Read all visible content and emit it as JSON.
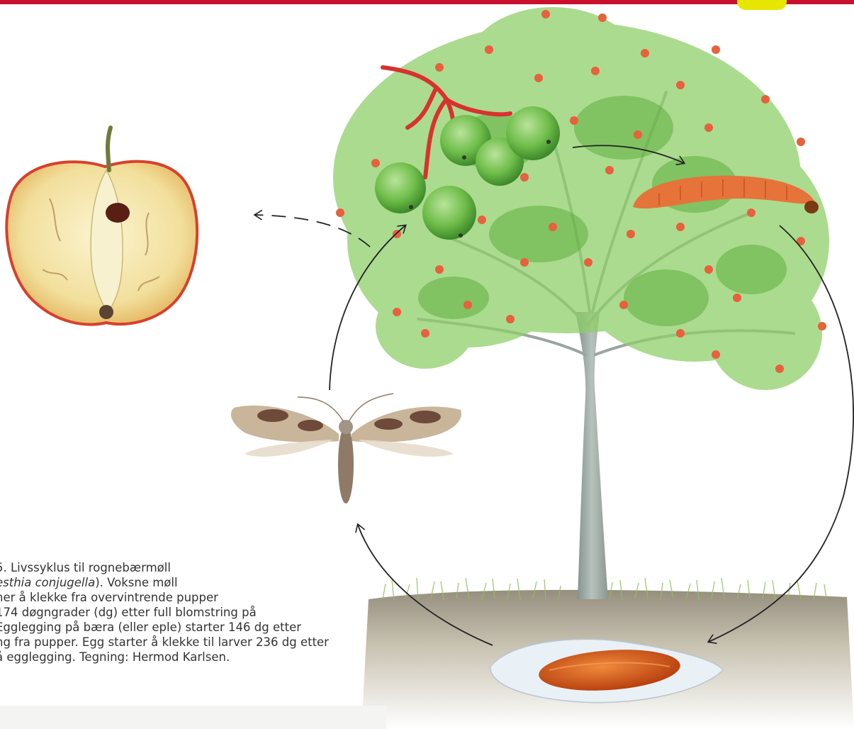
{
  "caption": {
    "line1": "5. Livssyklus til rognebærmøll",
    "line2_italic": "esthia conjugella",
    "line2_rest": "). Voksne møll",
    "line3": "ner å klekke fra overvintrende pupper",
    "line4": " 174 døgngrader (dg) etter full blomstring på",
    "line5": "Egglegging på bæra (eller eple) starter 146 dg etter",
    "line6": "ng fra pupper. Egg starter å klekke til larver 236 dg etter",
    "line7": "å egglegging. Tegning: Hermod Karlsen."
  },
  "colors": {
    "top_bar": "#c8102e",
    "top_accent": "#e6e600",
    "foliage": "#8fcf6a",
    "berry_clusters": "#e8603c",
    "berries_green": "#6fbd4a",
    "larva": "#e6733a",
    "pupa": "#d9521b",
    "trunk": "#9aa5a0",
    "arrows": "#222222"
  }
}
